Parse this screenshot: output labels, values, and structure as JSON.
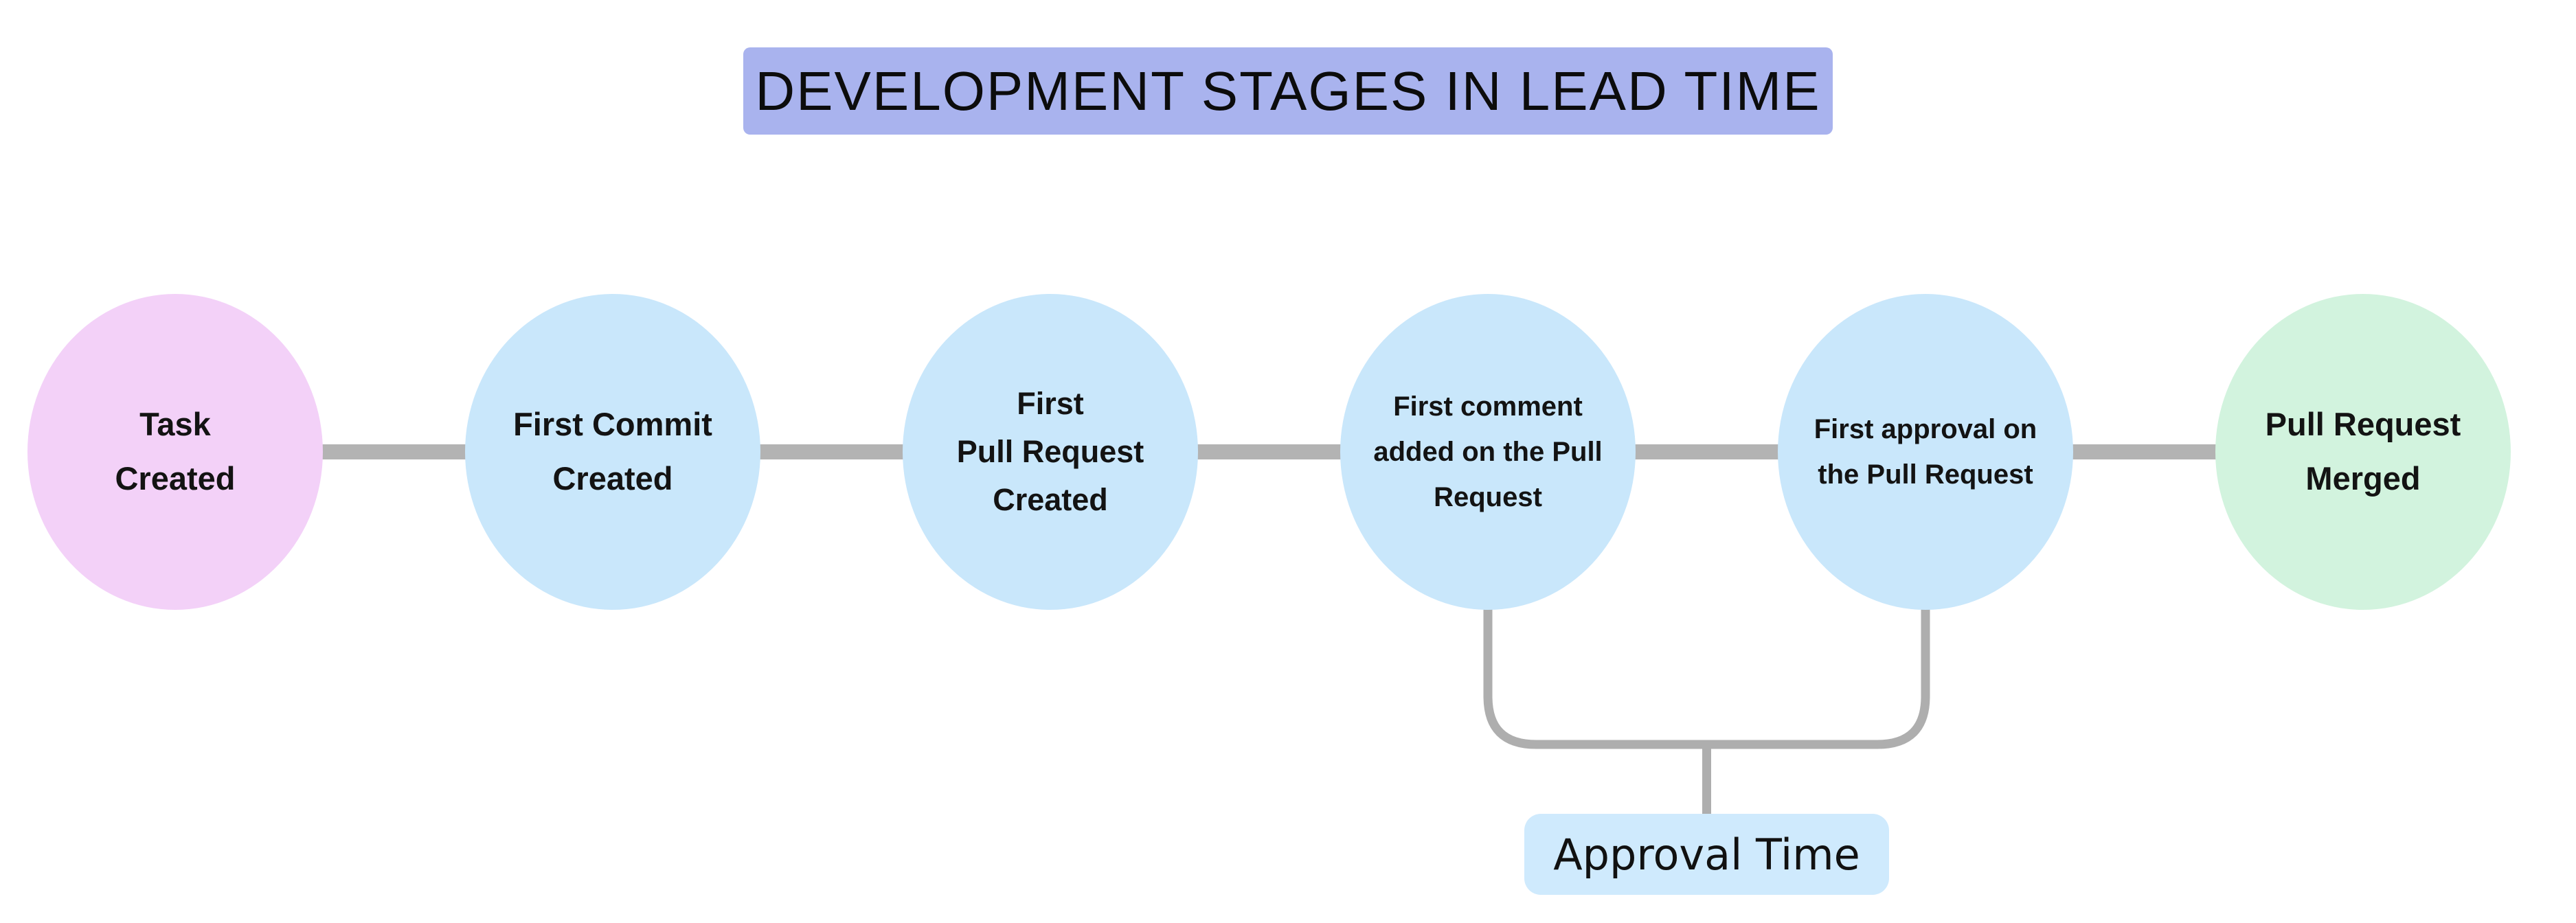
{
  "title": {
    "text": "DEVELOPMENT STAGES IN LEAD TIME"
  },
  "stages": [
    {
      "label": "Task\nCreated",
      "color": "#f3d1f8"
    },
    {
      "label": "First Commit\nCreated",
      "color": "#c9e7fb"
    },
    {
      "label": "First\nPull Request\nCreated",
      "color": "#c9e7fb"
    },
    {
      "label": "First comment\nadded on the Pull\nRequest",
      "color": "#c9e7fb"
    },
    {
      "label": "First approval on\nthe Pull Request",
      "color": "#c9e7fb"
    },
    {
      "label": "Pull Request\nMerged",
      "color": "#d2f3de"
    }
  ],
  "annotation": {
    "label": "Approval Time",
    "bg": "#cfeafd",
    "from_stage_index": 3,
    "to_stage_index": 4
  },
  "colors": {
    "title_bg": "#a9b3ee",
    "connector": "#b3b3b3",
    "bracket": "#aeaeae",
    "text": "#131313"
  }
}
